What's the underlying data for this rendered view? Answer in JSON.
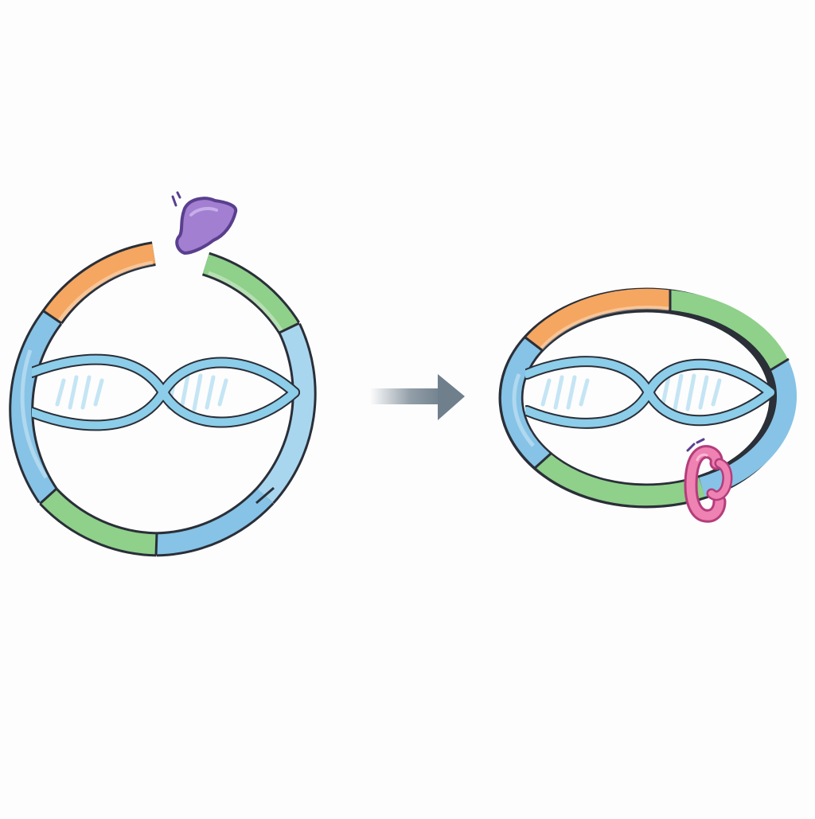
{
  "colors": {
    "background": "#fdfdfd",
    "outline": "#2a2f38",
    "segment_blue": "#86c3e6",
    "segment_blue_light": "#a9d6ef",
    "segment_orange": "#f5a660",
    "segment_green": "#8fd08a",
    "dna_strand": "#8ccde9",
    "dna_rung": "#c4e5f4",
    "enzyme_purple": "#a27fd0",
    "enzyme_purple_dark": "#5a3f8f",
    "ligase_pink": "#ee82b2",
    "ligase_pink_dark": "#b43d7b",
    "arrow_gray": "#6f7f8c"
  },
  "diagram": {
    "before": {
      "name": "open-plasmid",
      "segments": [
        "blue",
        "orange",
        "green",
        "blue",
        "blue",
        "green",
        "blue"
      ],
      "state": "cut"
    },
    "transition": {
      "icon": "arrow-right-icon"
    },
    "after": {
      "name": "closed-plasmid",
      "segments": [
        "orange",
        "green",
        "blue",
        "green",
        "blue"
      ],
      "state": "ligated"
    },
    "enzymes": [
      {
        "name": "restriction-enzyme-icon",
        "color": "purple"
      },
      {
        "name": "ligase-icon",
        "color": "pink"
      }
    ]
  }
}
